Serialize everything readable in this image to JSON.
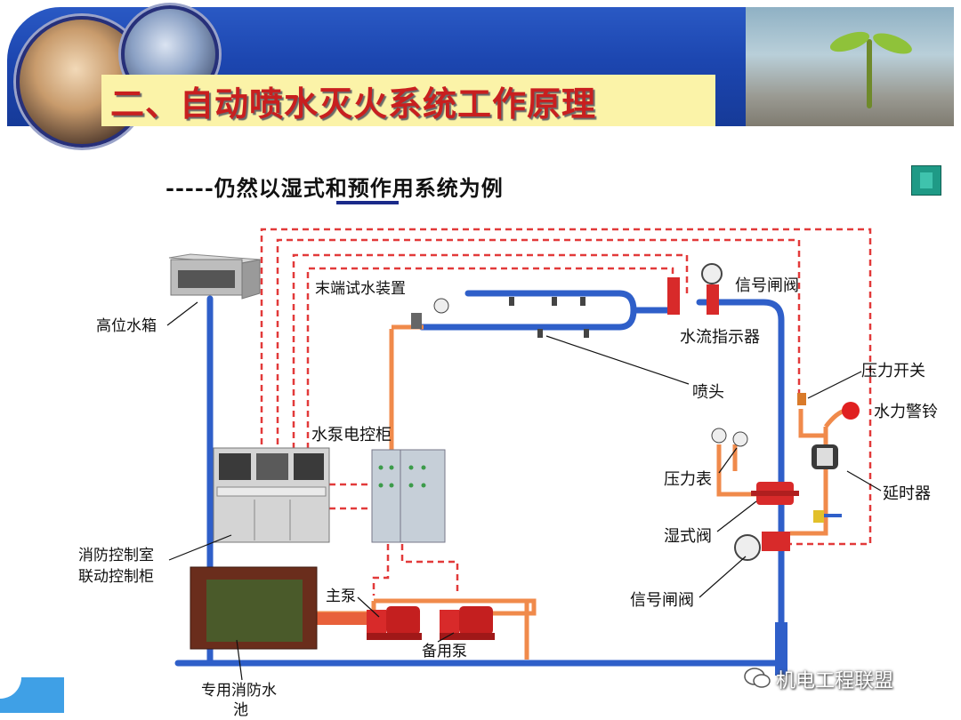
{
  "header": {
    "title": "二、自动喷水灭火系统工作原理",
    "subtitle": "-----仍然以湿式和预作用系统为例"
  },
  "labels": {
    "high_tank": "高位水箱",
    "end_test": "末端试水装置",
    "signal_valve_top": "信号闸阀",
    "flow_indicator": "水流指示器",
    "sprinkler": "喷头",
    "pressure_switch": "压力开关",
    "water_alarm": "水力警铃",
    "pump_cabinet": "水泵电控柜",
    "pressure_gauge": "压力表",
    "delay": "延时器",
    "wet_valve": "湿式阀",
    "signal_valve_bottom": "信号闸阀",
    "control_room_1": "消防控制室",
    "control_room_2": "联动控制柜",
    "main_pump": "主泵",
    "standby_pump": "备用泵",
    "pool_1": "专用消防水",
    "pool_2": "池"
  },
  "watermark": "机电工程联盟",
  "colors": {
    "pipe_blue": "#2f5fc9",
    "pipe_orange": "#f08a4b",
    "signal_red": "#e23a3a",
    "title_red": "#c81f1f"
  }
}
